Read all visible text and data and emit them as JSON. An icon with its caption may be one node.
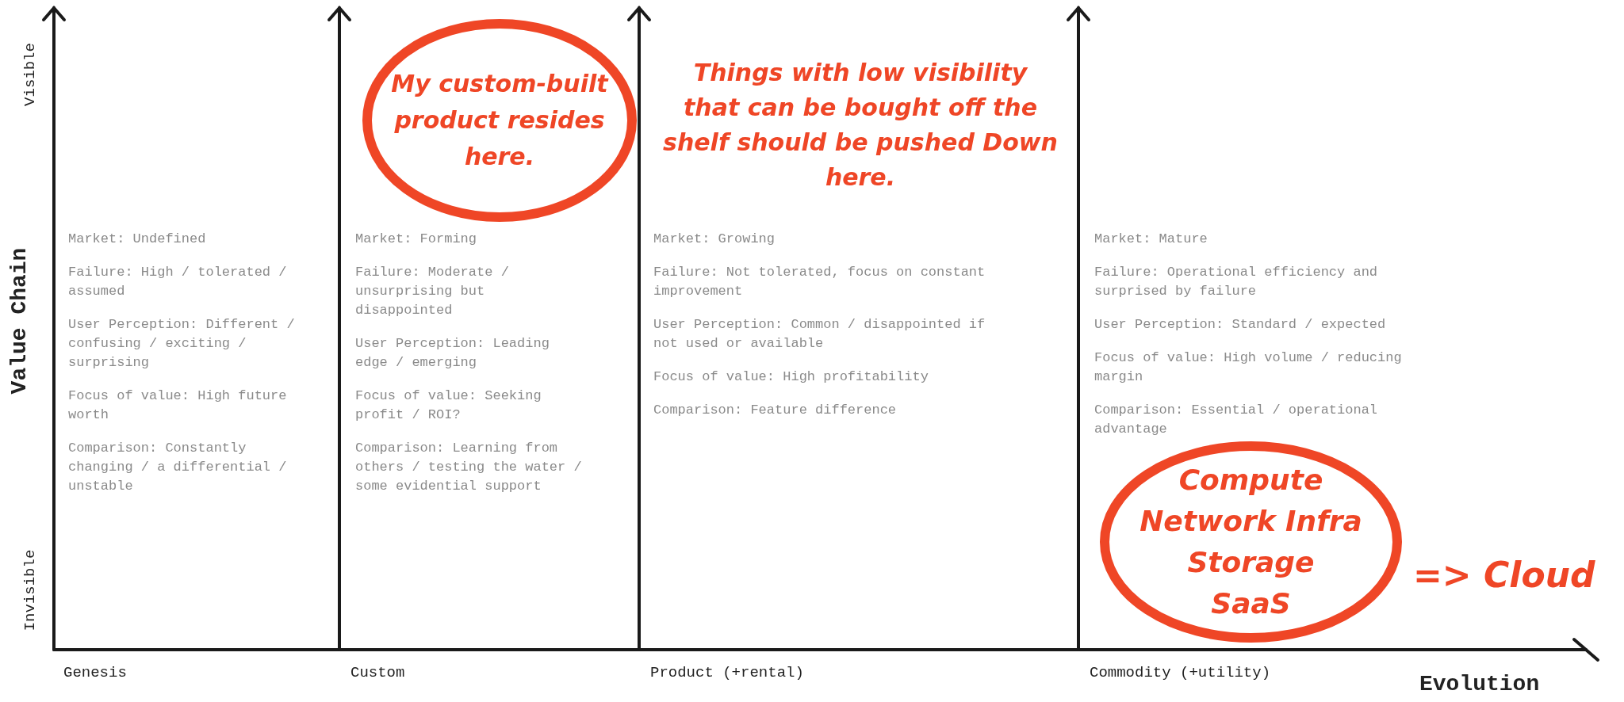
{
  "diagram": {
    "nodes": [
      {
        "text": [
          "My custom-built product resides here."
        ]
      },
      {
        "text": [
          "Compute",
          "Network Infra",
          "Storage",
          "SaaS"
        ],
        "beside": [
          "=> Cloud"
        ]
      }
    ],
    "labels": [
      "Visible",
      "Value Chain",
      "Invisible",
      "Market: Undefined",
      "Failure: High / tolerated / assumed",
      "User Perception: Different / confusing / exciting / surprising",
      "Focus of value: High future worth",
      "Comparison: Constantly changing / a differential / unstable",
      "Market: Forming",
      "Failure: Moderate / unsurprising but disappointed",
      "User Perception: Leading edge / emerging",
      "Focus of value: Seeking profit / ROI?",
      "Comparison: Learning from others / testing the water / some evidential support",
      "Market: Growing",
      "Failure: Not tolerated, focus on constant improvement",
      "User Perception: Common / disappointed if not used or available",
      "Focus of value: High profitability",
      "Comparison: Feature difference",
      "Market: Mature",
      "Failure: Operational efficiency and surprised by failure",
      "User Perception: Standard / expected",
      "Focus of value: High volume / reducing margin",
      "Comparison: Essential / operational advantage",
      "Genesis",
      "Custom",
      "Product (+rental)",
      "Commodity (+utility)",
      "Evolution",
      "Things with low visibility that can be bought off the shelf should be pushed Down here."
    ]
  }
}
